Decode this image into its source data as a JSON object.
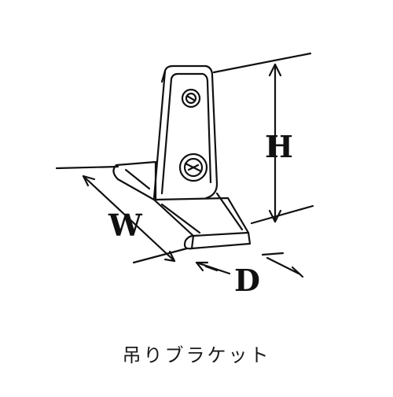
{
  "diagram": {
    "caption": "吊りブラケット",
    "dimension_labels": {
      "height": "H",
      "width": "W",
      "depth": "D"
    },
    "ink_color": "#111111"
  }
}
